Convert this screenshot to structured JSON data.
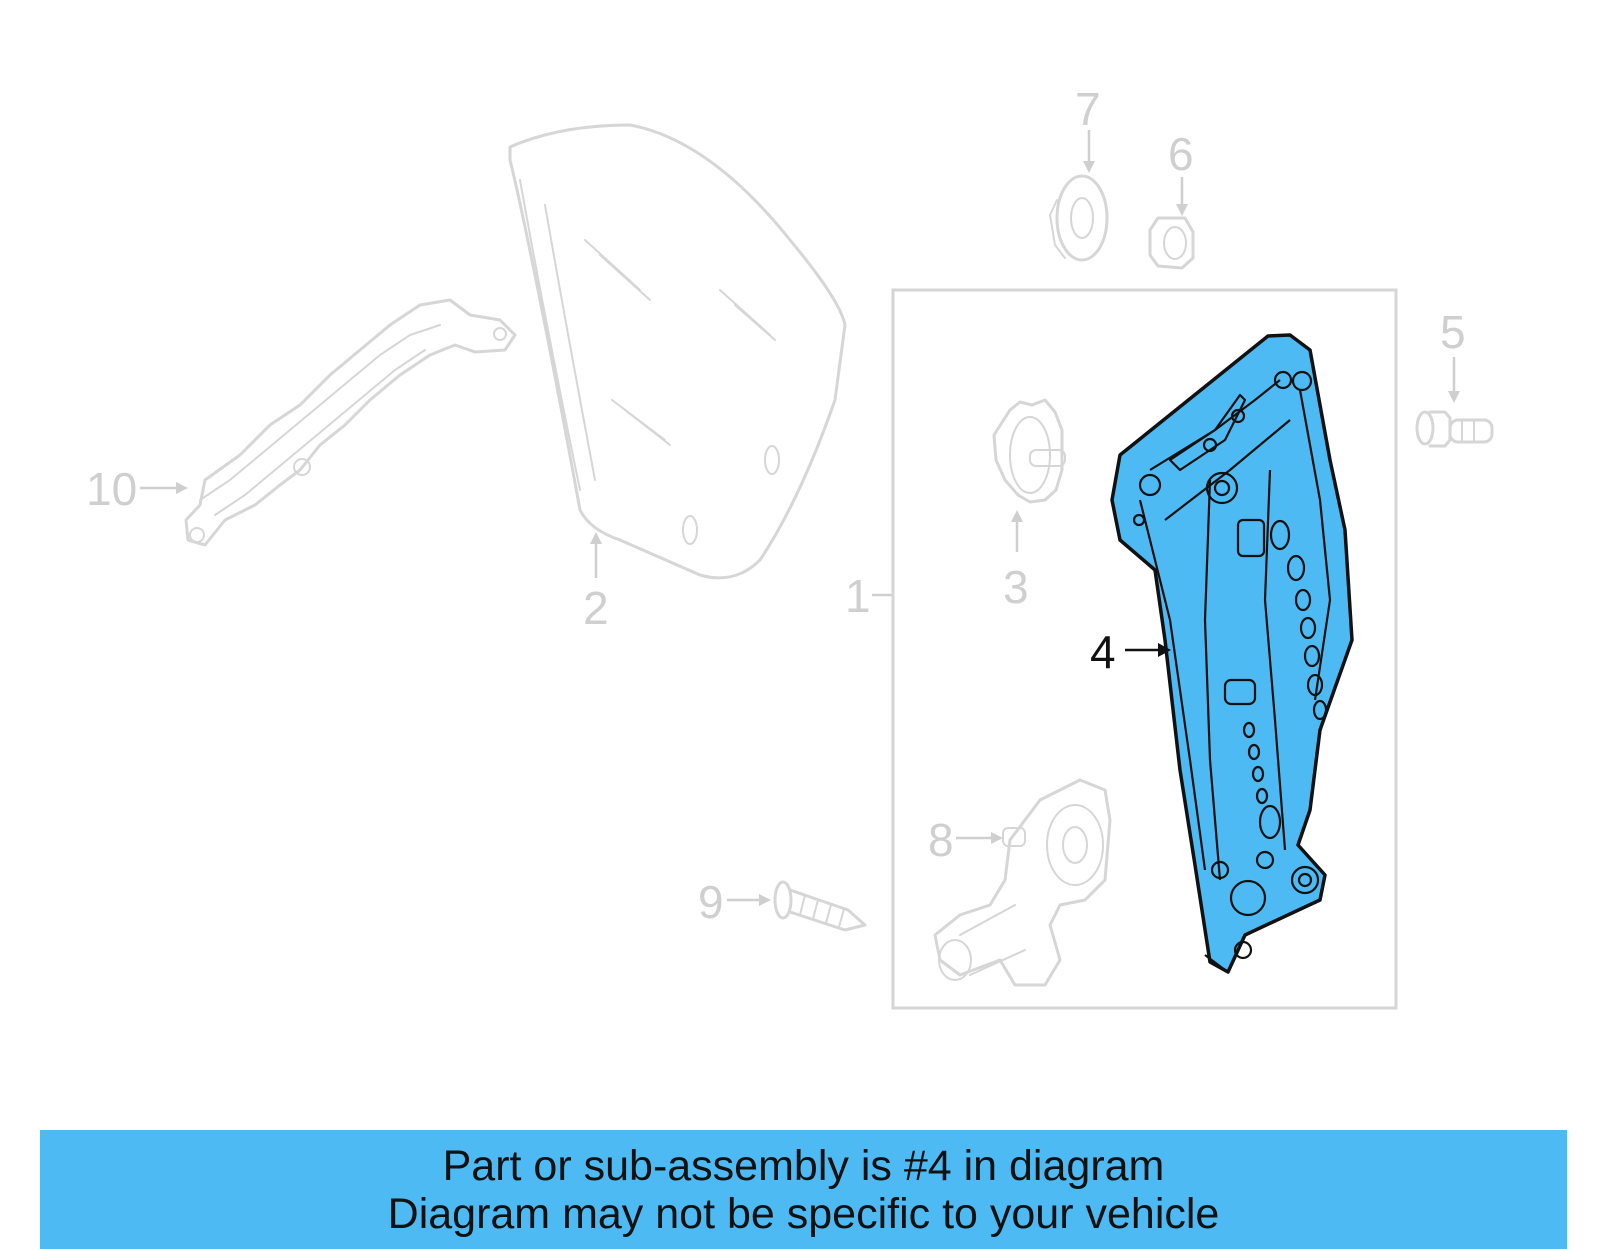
{
  "diagram": {
    "callouts": {
      "c1": "1",
      "c2": "2",
      "c3": "3",
      "c4": "4",
      "c5": "5",
      "c6": "6",
      "c7": "7",
      "c8": "8",
      "c9": "9",
      "c10": "10"
    },
    "highlight_color": "#4dbaf3",
    "ghost_color": "#d6d6d6"
  },
  "footer": {
    "line1": "Part or sub-assembly is #4 in diagram",
    "line2": "Diagram may not be specific to your vehicle"
  }
}
